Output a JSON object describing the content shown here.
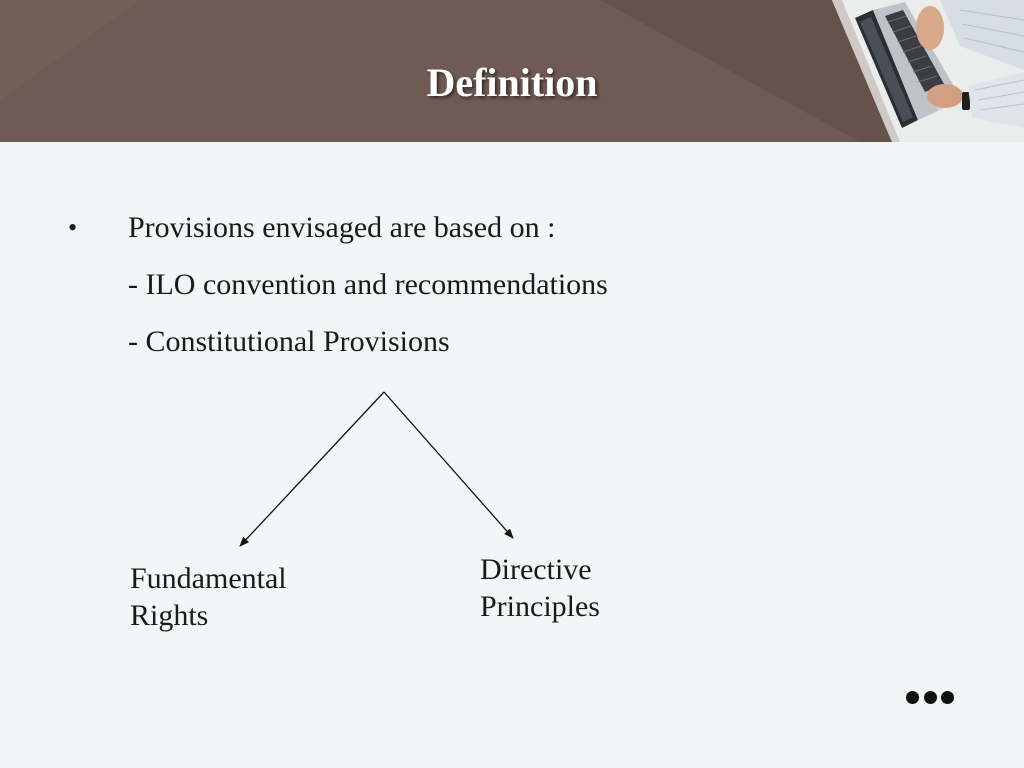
{
  "slide": {
    "title": "Definition",
    "bullet": {
      "marker": "•",
      "text": "Provisions envisaged are based on :"
    },
    "sub_items": [
      "- ILO convention and recommendations",
      "- Constitutional Provisions"
    ],
    "diagram": {
      "left_branch": "Fundamental Rights",
      "left_branch_lines": [
        "Fundamental",
        "Rights"
      ],
      "right_branch": "Directive Principles",
      "right_branch_lines": [
        "Directive",
        "Principles"
      ]
    },
    "more_icon": "ellipsis-icon"
  },
  "colors": {
    "header_band": "#6f5b53",
    "background": "#f1f6f7",
    "title_text": "#ffffff",
    "body_text": "#1a1a1a"
  }
}
